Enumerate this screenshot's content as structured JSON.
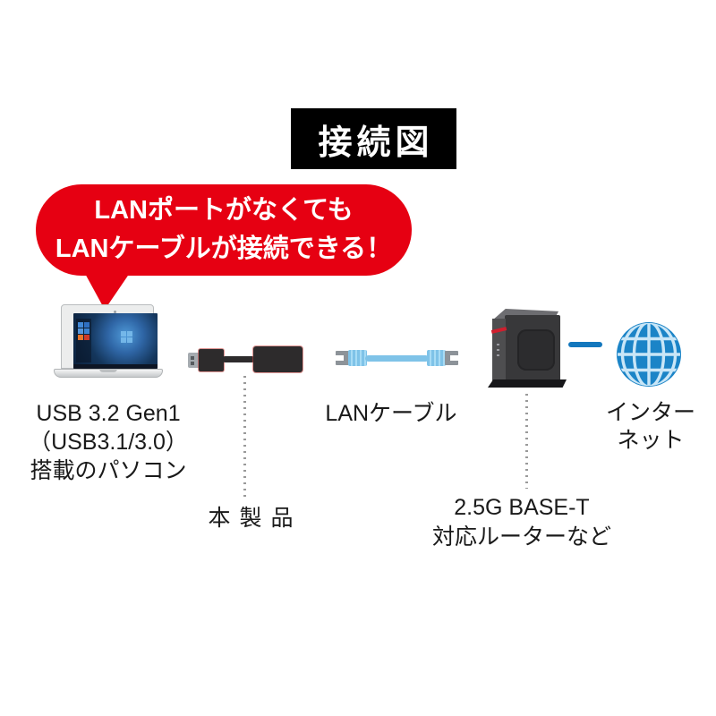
{
  "title": {
    "text": "接続図"
  },
  "callout": {
    "line1": "LANポートがなくても",
    "line2": "LANケーブルが接続できる！"
  },
  "diagram": {
    "pc_label": {
      "line1": "USB 3.2 Gen1",
      "line2": "（USB3.1/3.0）",
      "line3": "搭載のパソコン"
    },
    "product_label": "本製品",
    "lan_cable_label": "LANケーブル",
    "router_label": {
      "line1": "2.5G BASE-T",
      "line2": "対応ルーターなど"
    },
    "internet_label": {
      "line1": "インター",
      "line2": "ネット"
    },
    "icons": [
      "laptop-icon",
      "usb-lan-adapter-icon",
      "lan-cable-icon",
      "router-icon",
      "internet-globe-icon"
    ]
  },
  "colors": {
    "callout_red": "#e60012",
    "title_bg": "#000000",
    "title_text": "#ffffff",
    "body_text": "#1a1a1a",
    "cable_blue": "#7fc3e8",
    "link_blue": "#1377bd",
    "globe_blue": "#1b84c7"
  }
}
